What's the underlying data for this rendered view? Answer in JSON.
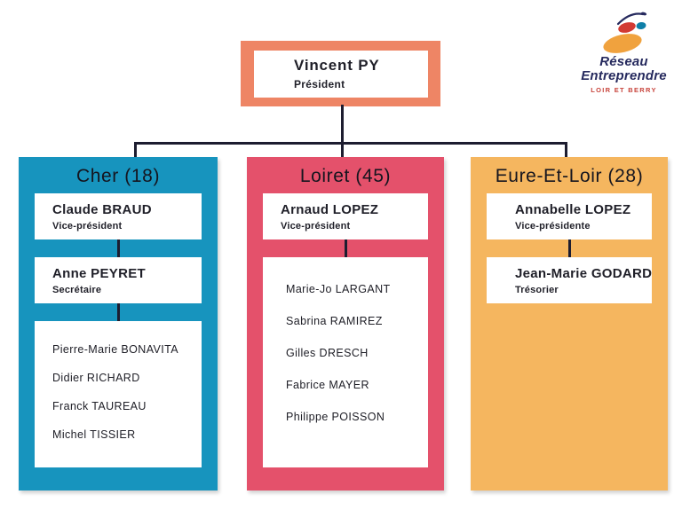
{
  "president": {
    "name": "Vincent PY",
    "role": "Président"
  },
  "columns": [
    {
      "title": "Cher (18)",
      "color": "#1794BE",
      "officers": [
        {
          "name": "Claude BRAUD",
          "role": "Vice-président"
        },
        {
          "name": "Anne PEYRET",
          "role": "Secrétaire"
        }
      ],
      "members": [
        "Pierre-Marie BONAVITA",
        "Didier RICHARD",
        "Franck TAUREAU",
        "Michel TISSIER"
      ]
    },
    {
      "title": "Loiret (45)",
      "color": "#E4516B",
      "officers": [
        {
          "name": "Arnaud LOPEZ",
          "role": "Vice-président"
        }
      ],
      "members": [
        "Marie-Jo LARGANT",
        "Sabrina RAMIREZ",
        "Gilles DRESCH",
        "Fabrice MAYER",
        "Philippe POISSON"
      ]
    },
    {
      "title": "Eure-Et-Loir (28)",
      "color": "#F5B65F",
      "officers": [
        {
          "name": "Annabelle LOPEZ",
          "role": "Vice-présidente"
        },
        {
          "name": "Jean-Marie GODARD",
          "role": "Trésorier"
        }
      ],
      "members": []
    }
  ],
  "logo": {
    "line1": "Réseau",
    "line2": "Entreprendre",
    "region": "LOIR ET BERRY"
  },
  "colors": {
    "president_border": "#EE8565",
    "connector": "#1D1D30",
    "logo_navy": "#262A5E",
    "logo_red": "#C8443C",
    "logo_orange": "#F0A23E",
    "logo_red_blob": "#D23A33",
    "logo_teal": "#0F7FA8"
  }
}
